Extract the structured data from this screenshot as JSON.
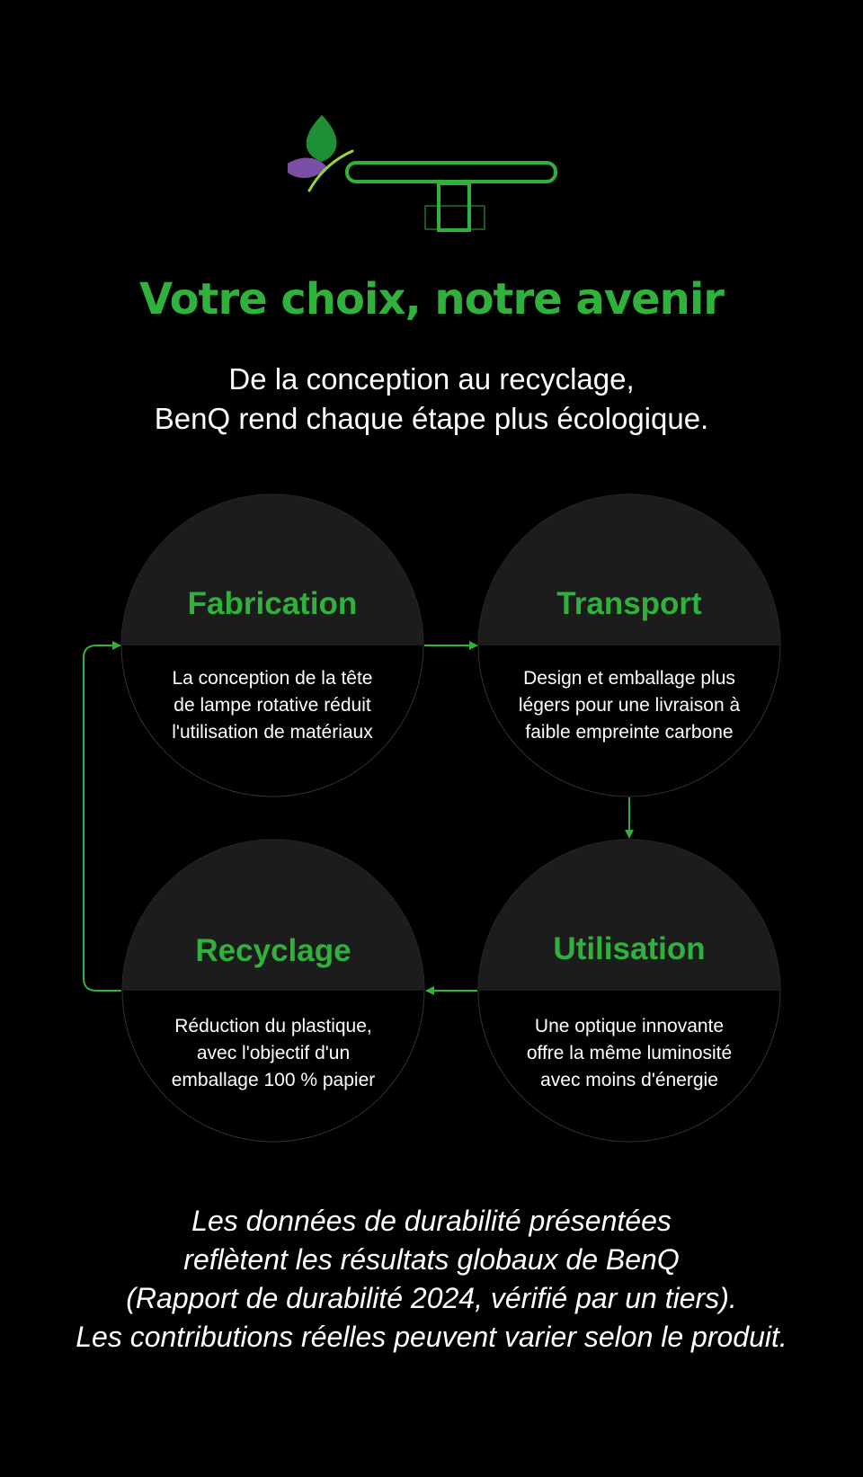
{
  "header": {
    "title": "Votre choix, notre avenir",
    "subtitle_lines": [
      "De la conception au recyclage,",
      "BenQ rend chaque étape plus écologique."
    ]
  },
  "logo": {
    "icon": "desk-lamp-with-leaves-icon",
    "colors": {
      "line": "#2fb13c",
      "leaf_green": "#1e8f34",
      "leaf_purple": "#7a4fa6",
      "stem": "#9bd43a"
    }
  },
  "cycle": {
    "stages": [
      {
        "name": "Fabrication",
        "lines": [
          "La conception de la tête",
          "de lampe rotative réduit",
          "l'utilisation de matériaux"
        ]
      },
      {
        "name": "Transport",
        "lines": [
          "Design et emballage plus",
          "légers pour une livraison à",
          "faible empreinte carbone"
        ]
      },
      {
        "name": "Utilisation",
        "lines": [
          "Une optique innovante",
          "offre la même luminosité",
          "avec moins d'énergie"
        ]
      },
      {
        "name": "Recyclage",
        "lines": [
          "Réduction du plastique,",
          "avec l'objectif d'un",
          "emballage 100 % papier"
        ]
      }
    ],
    "flow": [
      "Fabrication → Transport",
      "Transport → Utilisation",
      "Utilisation → Recyclage",
      "Recyclage → Fabrication"
    ],
    "colors": {
      "accent": "#2fb13c",
      "circle_top": "#1c1c1c",
      "circle_bottom": "#000000",
      "circle_border": "#333333"
    }
  },
  "footnote_lines": [
    "Les données de durabilité présentées",
    "reflètent les résultats globaux de BenQ",
    "(Rapport de durabilité 2024, vérifié par un tiers).",
    "Les contributions réelles peuvent varier selon le produit."
  ]
}
